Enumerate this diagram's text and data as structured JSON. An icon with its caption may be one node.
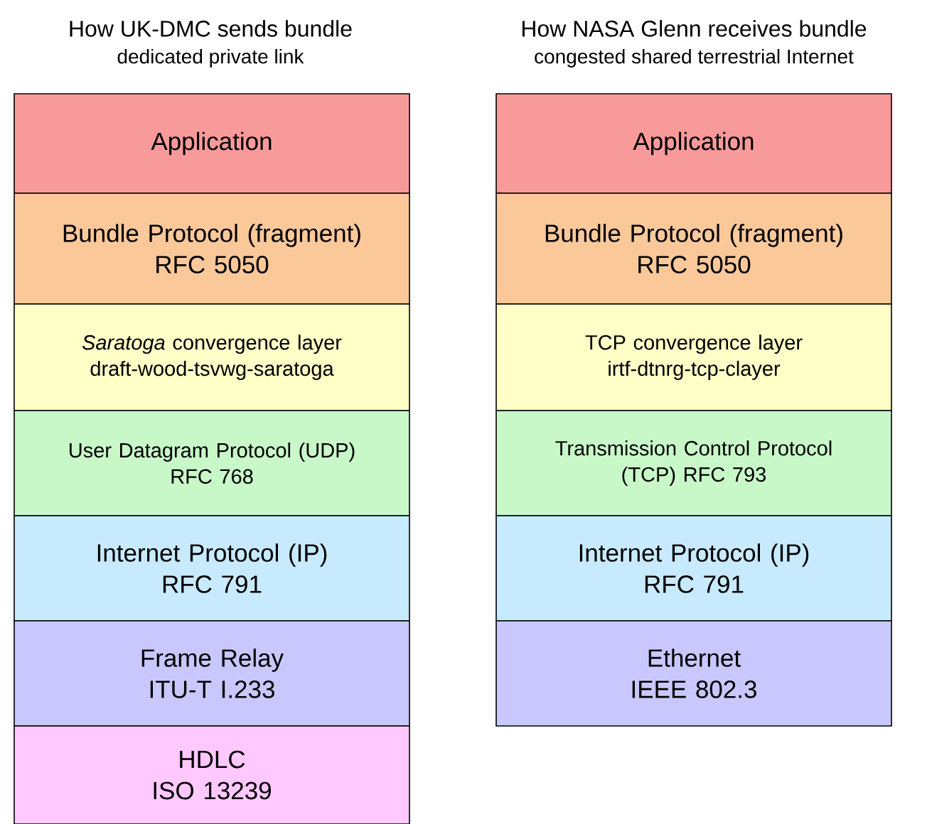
{
  "diagram": {
    "nodes": [
      {
        "text": [
          "Application"
        ]
      },
      {
        "text": [
          "Bundle Protocol (fragment)",
          "RFC 5050"
        ]
      },
      {
        "text": [
          "*Saratoga* convergence layer",
          "draft-wood-tsvwg-saratoga"
        ]
      },
      {
        "text": [
          "User Datagram Protocol (UDP)",
          "RFC 768"
        ]
      },
      {
        "text": [
          "Internet Protocol (IP)",
          "RFC 791"
        ]
      },
      {
        "text": [
          "Frame Relay",
          "ITU-T I.233"
        ]
      },
      {
        "text": [
          "HDLC",
          "ISO 13239"
        ]
      },
      {
        "text": [
          "Application"
        ]
      },
      {
        "text": [
          "Bundle Protocol (fragment)",
          "RFC 5050"
        ]
      },
      {
        "text": [
          "TCP convergence layer",
          "irtf-dtnrg-tcp-clayer"
        ]
      },
      {
        "text": [
          "Transmission Control Protocol",
          "(TCP) RFC 793"
        ]
      },
      {
        "text": [
          "Internet Protocol (IP)",
          "RFC 791"
        ]
      },
      {
        "text": [
          "Ethernet",
          "IEEE 802.3"
        ]
      }
    ],
    "labels": [
      "How UK-DMC sends bundle",
      "How NASA Glenn receives bundle",
      "dedicated private link",
      "congested shared terrestrial Internet"
    ]
  }
}
